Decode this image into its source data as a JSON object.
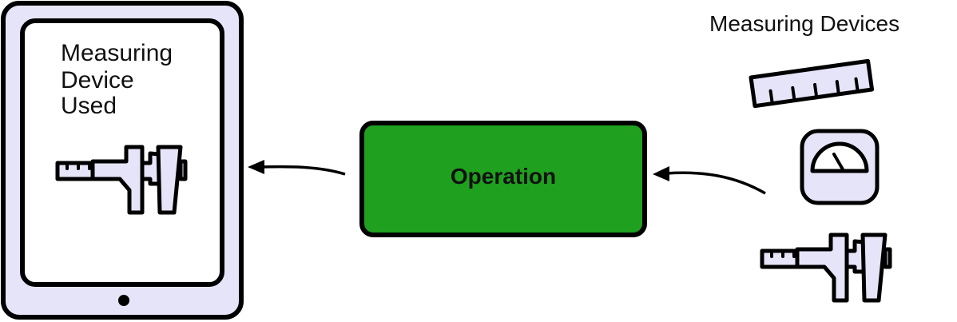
{
  "tablet": {
    "screen_label_lines": [
      "Measuring",
      "Device",
      "Used"
    ]
  },
  "process": {
    "label": "Operation"
  },
  "devices": {
    "title": "Measuring Devices"
  },
  "colors": {
    "operation_fill": "#1fa01f",
    "device_fill": "#e6e4f8",
    "outline": "#000000"
  },
  "icons": [
    "tablet-icon",
    "caliper-icon",
    "ruler-icon",
    "gauge-icon",
    "arrow-left-icon"
  ]
}
